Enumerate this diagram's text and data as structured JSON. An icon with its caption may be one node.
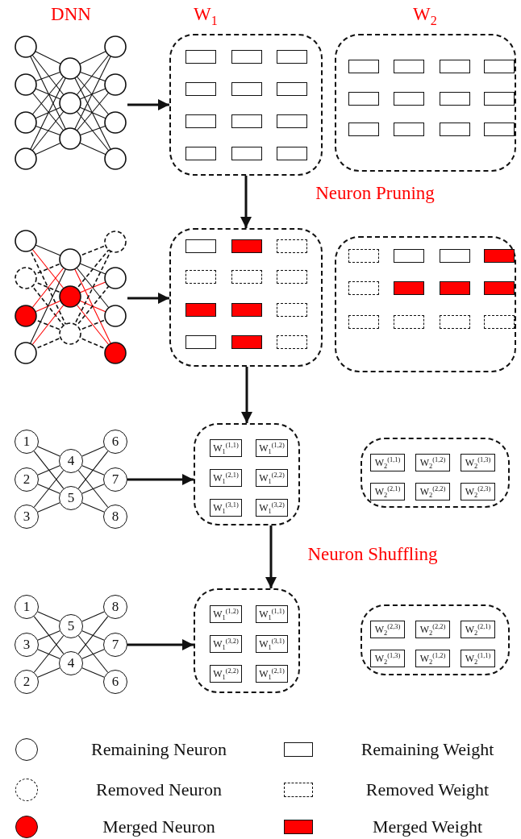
{
  "diagram": {
    "nodes": [
      {
        "text": [
          "W$_{1}$"
        ]
      },
      {
        "text": [
          "W$_{2}$"
        ]
      },
      {
        "text": [],
        "shape": "box"
      },
      {
        "text": [],
        "shape": "box"
      },
      {
        "text": [
          "1"
        ]
      },
      {
        "text": [
          "2"
        ]
      },
      {
        "text": [
          "3"
        ]
      },
      {
        "text": [
          "4"
        ]
      },
      {
        "text": [
          "5"
        ]
      },
      {
        "text": [
          "6"
        ]
      },
      {
        "text": [
          "7"
        ]
      },
      {
        "text": [
          "8"
        ]
      },
      {
        "text": [],
        "shape": "box"
      },
      {
        "text": [
          "W$_{1}$$^{(1,1)}$"
        ],
        "in": 12
      },
      {
        "text": [
          "W$_{1}$$^{(1,2)}$"
        ],
        "in": 12
      },
      {
        "text": [
          "W$_{1}$$^{(2,1)}$"
        ],
        "in": 12
      },
      {
        "text": [
          "W$_{1}$$^{(2,2)}$"
        ],
        "in": 12
      },
      {
        "text": [
          "W$_{1}$$^{(3,1)}$"
        ],
        "in": 12
      },
      {
        "text": [
          "W$_{1}$$^{(3,2)}$"
        ],
        "in": 12
      },
      {
        "text": [],
        "shape": "box"
      },
      {
        "text": [
          "W$_{2}$$^{(1,1)}$"
        ],
        "in": 19
      },
      {
        "text": [
          "W$_{2}$$^{(1,2)}$"
        ],
        "in": 19
      },
      {
        "text": [
          "W$_{2}$$^{(1,3)}$"
        ],
        "in": 19
      },
      {
        "text": [
          "W$_{2}$$^{(2,1)}$"
        ],
        "in": 19
      },
      {
        "text": [
          "W$_{2}$$^{(2,2)}$"
        ],
        "in": 19
      },
      {
        "text": [
          "W$_{2}$$^{(2,3)}$"
        ],
        "in": 19
      },
      {
        "text": [
          "1"
        ]
      },
      {
        "text": [
          "3"
        ]
      },
      {
        "text": [
          "2"
        ]
      },
      {
        "text": [
          "5"
        ]
      },
      {
        "text": [
          "4"
        ]
      },
      {
        "text": [
          "8"
        ]
      },
      {
        "text": [
          "7"
        ]
      },
      {
        "text": [
          "6"
        ]
      },
      {
        "text": [],
        "shape": "box"
      },
      {
        "text": [
          "W$_{1}$$^{(1,2)}$"
        ],
        "in": 34
      },
      {
        "text": [
          "W$_{1}$$^{(1,1)}$"
        ],
        "in": 34
      },
      {
        "text": [
          "W$_{1}$$^{(3,2)}$"
        ],
        "in": 34
      },
      {
        "text": [
          "W$_{1}$$^{(3,1)}$"
        ],
        "in": 34
      },
      {
        "text": [
          "W$_{1}$$^{(2,2)}$"
        ],
        "in": 34
      },
      {
        "text": [
          "W$_{1}$$^{(2,1)}$"
        ],
        "in": 34
      },
      {
        "text": [],
        "shape": "box"
      },
      {
        "text": [
          "W$_{2}$$^{(2,3)}$"
        ],
        "in": 41
      },
      {
        "text": [
          "W$_{2}$$^{(2,2)}$"
        ],
        "in": 41
      },
      {
        "text": [
          "W$_{2}$$^{(2,1)}$"
        ],
        "in": 41
      },
      {
        "text": [
          "W$_{2}$$^{(1,3)}$"
        ],
        "in": 41
      },
      {
        "text": [
          "W$_{2}$$^{(1,2)}$"
        ],
        "in": 41
      },
      {
        "text": [
          "W$_{2}$$^{(1,1)}$"
        ],
        "in": 41
      },
      {
        "text": [],
        "shape": "picture"
      },
      {
        "text": [],
        "shape": "picture"
      }
    ],
    "edges": [
      {
        "from": 48,
        "to": 0,
        "arrow": "to",
        "style": "thick"
      },
      {
        "from": 0,
        "to": 2,
        "arrow": "to",
        "style": "thick",
        "label": "Neuron Pruning"
      },
      {
        "from": 49,
        "to": 2,
        "arrow": "to",
        "style": "thick"
      },
      {
        "from": 2,
        "to": 12,
        "arrow": "to",
        "style": "thick"
      },
      {
        "from": 4,
        "to": 7,
        "arrow": "none"
      },
      {
        "from": 4,
        "to": 8,
        "arrow": "none"
      },
      {
        "from": 5,
        "to": 7,
        "arrow": "none"
      },
      {
        "from": 5,
        "to": 8,
        "arrow": "none"
      },
      {
        "from": 6,
        "to": 7,
        "arrow": "none"
      },
      {
        "from": 6,
        "to": 8,
        "arrow": "none"
      },
      {
        "from": 7,
        "to": 9,
        "arrow": "none"
      },
      {
        "from": 7,
        "to": 10,
        "arrow": "none"
      },
      {
        "from": 7,
        "to": 11,
        "arrow": "none"
      },
      {
        "from": 8,
        "to": 9,
        "arrow": "none"
      },
      {
        "from": 8,
        "to": 10,
        "arrow": "none"
      },
      {
        "from": 8,
        "to": 11,
        "arrow": "none"
      },
      {
        "from": 10,
        "to": 12,
        "arrow": "to",
        "style": "thick"
      },
      {
        "from": 12,
        "to": 34,
        "arrow": "to",
        "style": "thick",
        "label": "Neuron Shuffling"
      },
      {
        "from": 26,
        "to": 29,
        "arrow": "none"
      },
      {
        "from": 26,
        "to": 30,
        "arrow": "none"
      },
      {
        "from": 27,
        "to": 29,
        "arrow": "none"
      },
      {
        "from": 27,
        "to": 30,
        "arrow": "none"
      },
      {
        "from": 28,
        "to": 29,
        "arrow": "none"
      },
      {
        "from": 28,
        "to": 30,
        "arrow": "none"
      },
      {
        "from": 29,
        "to": 31,
        "arrow": "none"
      },
      {
        "from": 29,
        "to": 32,
        "arrow": "none"
      },
      {
        "from": 29,
        "to": 33,
        "arrow": "none"
      },
      {
        "from": 30,
        "to": 31,
        "arrow": "none"
      },
      {
        "from": 30,
        "to": 32,
        "arrow": "none"
      },
      {
        "from": 30,
        "to": 33,
        "arrow": "none"
      },
      {
        "from": 32,
        "to": 34,
        "arrow": "to",
        "style": "thick"
      }
    ],
    "labels": [
      "DNN"
    ],
    "legend": [
      {
        "text": "Remaining Neuron"
      },
      {
        "text": "Remaining Weight"
      },
      {
        "text": "Removed Neuron"
      },
      {
        "text": "Removed Weight"
      },
      {
        "text": "Merged Neuron",
        "color": "#ff0000"
      },
      {
        "text": "Merged Weight",
        "color": "#ff0000"
      }
    ]
  }
}
